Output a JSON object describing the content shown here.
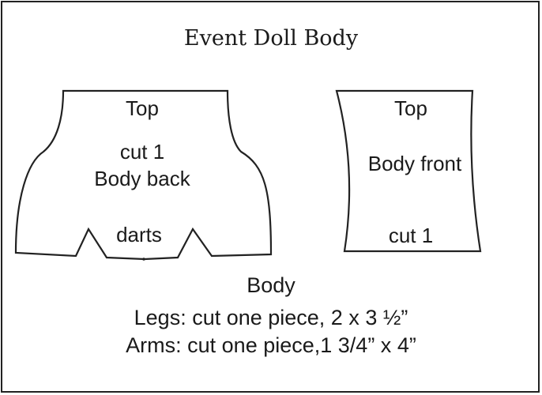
{
  "title": "Event Doll Body",
  "back_piece": {
    "top_label": "Top",
    "cut_label": "cut 1",
    "name_label": "Body back",
    "darts_label": "darts"
  },
  "front_piece": {
    "top_label": "Top",
    "name_label": "Body front",
    "cut_label": "cut 1"
  },
  "instructions": {
    "heading": "Body",
    "legs": "Legs: cut one piece, 2 x 3 ½”",
    "arms": "Arms:  cut one piece,1 3/4” x 4”"
  },
  "colors": {
    "outline": "#222222",
    "text": "#1a1a1a",
    "background": "#ffffff"
  }
}
